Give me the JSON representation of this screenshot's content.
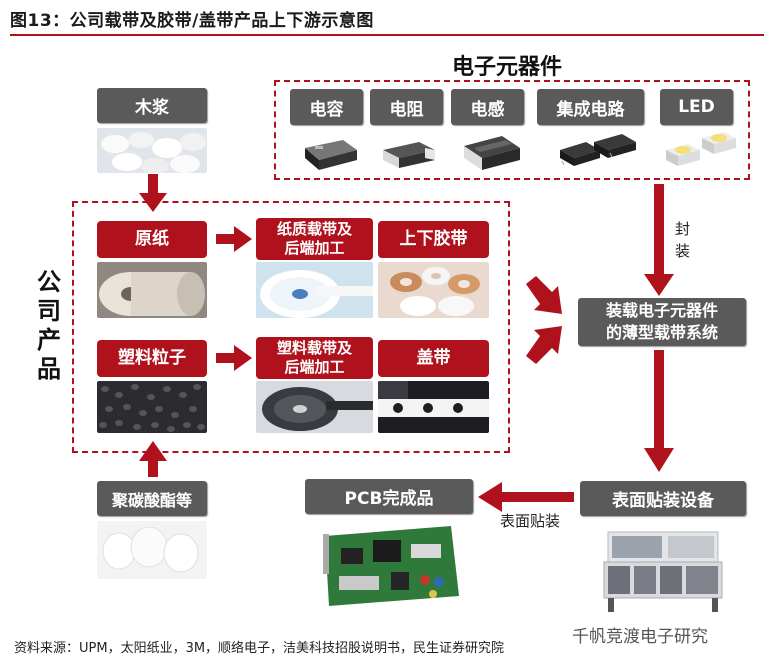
{
  "title": "图13：公司载带及胶带/盖带产品上下游示意图",
  "components_group": {
    "label": "电子元器件",
    "items": [
      "电容",
      "电阻",
      "电感",
      "集成电路",
      "LED"
    ]
  },
  "upstream": {
    "pulp": "木浆",
    "polycarbonate": "聚碳酸酯等"
  },
  "company_products": {
    "label_chars": [
      "公",
      "司",
      "产",
      "品"
    ],
    "base_paper": "原纸",
    "paper_tape": [
      "纸质载带及",
      "后端加工"
    ],
    "top_bottom_tape": "上下胶带",
    "plastic_pellets": "塑料粒子",
    "plastic_tape": [
      "塑料载带及",
      "后端加工"
    ],
    "cover_tape": "盖带"
  },
  "packaging_step": [
    "封",
    "装"
  ],
  "carrier_system": [
    "装载电子元器件",
    "的薄型载带系统"
  ],
  "smt_equipment": "表面贴装设备",
  "smt_label": "表面贴装",
  "pcb": "PCB完成品",
  "source": "资料来源：UPM，太阳纸业，3M，顺络电子，洁美科技招股说明书，民生证券研究院",
  "watermark": "千帆竞渡电子研究",
  "colors": {
    "accent": "#b0121d",
    "box_gray": "#5a5a5a"
  }
}
